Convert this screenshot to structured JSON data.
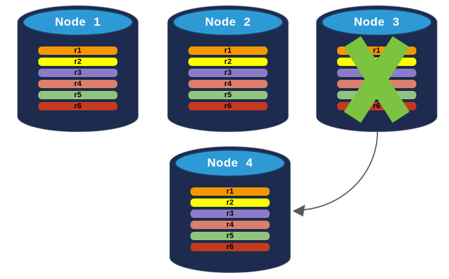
{
  "diagram": {
    "description": "Database replication failover diagram: four database nodes each holding replicas r1-r6; Node 3 is failed (crossed out) and its data is redirected to Node 4",
    "nodes": [
      {
        "label": "Node 1",
        "failed": false
      },
      {
        "label": "Node 2",
        "failed": false
      },
      {
        "label": "Node 3",
        "failed": true
      },
      {
        "label": "Node 4",
        "failed": false
      }
    ],
    "replicas": [
      {
        "label": "r1",
        "color": "#F79700"
      },
      {
        "label": "r2",
        "color": "#FFFF00"
      },
      {
        "label": "r3",
        "color": "#8D7BC7"
      },
      {
        "label": "r4",
        "color": "#DC7E6B"
      },
      {
        "label": "r5",
        "color": "#93C47D"
      },
      {
        "label": "r6",
        "color": "#C43A20"
      }
    ],
    "arrow": {
      "from": "Node 3",
      "to": "Node 4"
    },
    "colors": {
      "cylinder_body": "#1C2B4E",
      "cylinder_top": "#2E9AD5",
      "failure_x": "#7CC340",
      "arrow": "#595959",
      "node_label_text": "#FFFFFF",
      "bar_label_text": "#000000"
    }
  }
}
